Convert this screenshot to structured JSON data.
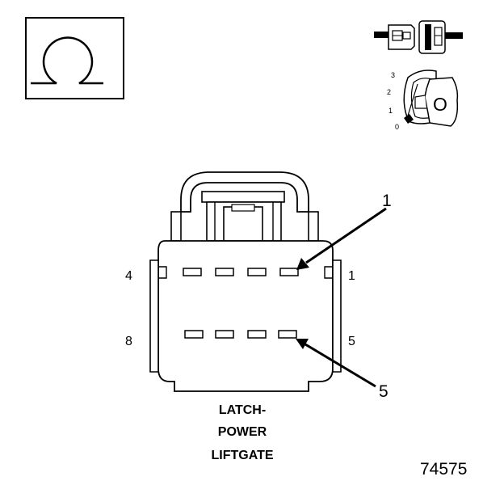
{
  "connector": {
    "name_lines": [
      "LATCH-",
      "POWER",
      "LIFTGATE"
    ],
    "pin_labels": {
      "top_left": "4",
      "top_right": "1",
      "bottom_left": "8",
      "bottom_right": "5"
    },
    "callouts": [
      {
        "label": "1",
        "points_to_pin": "1"
      },
      {
        "label": "5",
        "points_to_pin": "5"
      }
    ],
    "pin_count": 8
  },
  "ignition_switch": {
    "positions": [
      "3",
      "2",
      "1",
      "0"
    ],
    "key_label": "O"
  },
  "figure_number": "74575",
  "icons": {
    "test_symbol": "ohmmeter-icon",
    "connector_disconnect": "disconnected-connector-icon",
    "ignition": "ignition-key-off-icon"
  }
}
